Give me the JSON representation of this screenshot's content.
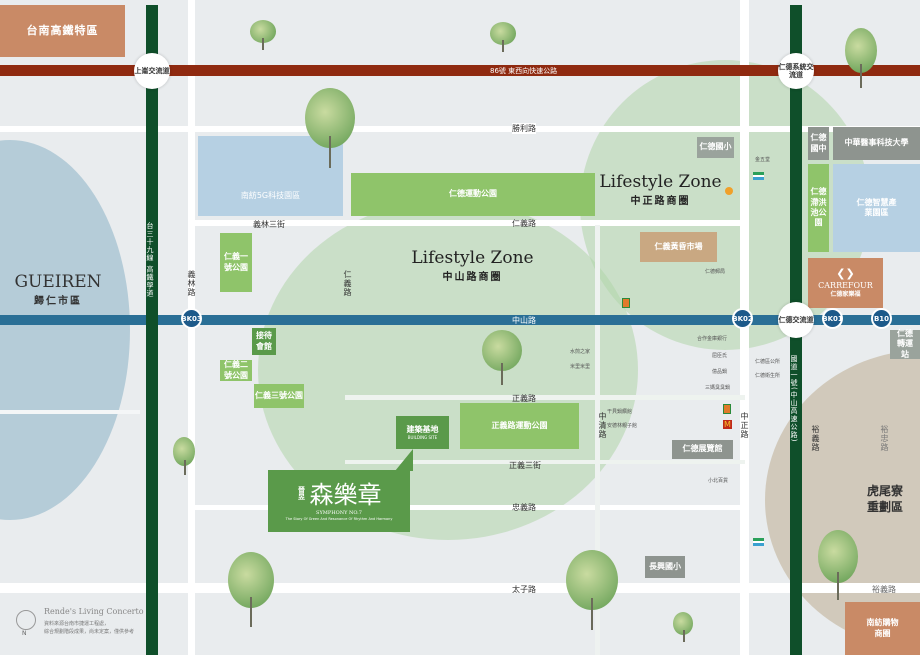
{
  "roads": {
    "expressway_86": "86號 東西向快速公路",
    "provincial_39": "台三十九線 高鐵學道",
    "freeway_1": "國道一號(中山高速公路)",
    "shengli": "勝利路",
    "renyi": "仁義路",
    "yilin3": "義林三街",
    "yilin": "義林路",
    "renyi_v": "仁義路",
    "zhongshan": "中山路",
    "zhengyi": "正義路",
    "zhengyi3": "正義三街",
    "zhongyi": "忠義路",
    "taizi": "太子路",
    "zhongqing": "中清路",
    "zhongzheng": "中正路",
    "yuyi": "裕義路",
    "yushi": "裕忠路",
    "yuyi_h": "裕義路"
  },
  "interchanges": [
    "上崙交流道",
    "仁德系統交流道",
    "仁德交流道"
  ],
  "stations": [
    "BK03",
    "BK02",
    "BK01",
    "B10"
  ],
  "areas": {
    "hsr": "台南高鐵特區",
    "tech_park": "南紡5G科技園區",
    "sports_park": "仁德運動公園",
    "renyi_elem": "仁德國小",
    "market": "仁義黃昏市場",
    "junior_high": "仁德國中",
    "university": "中華醫事科技大學",
    "detention_park": "仁德滯洪池公園",
    "industrial_park": "仁德智慧產業園區",
    "carrefour_en": "CARREFOUR",
    "carrefour_zh": "仁德家樂福",
    "park1": "仁義一號公園",
    "reception": "接待會館",
    "park2": "仁義二號公園",
    "park3": "仁義三號公園",
    "site": "建築基地",
    "site_en": "BUILDING SITE",
    "zhengyi_park": "正義路運動公園",
    "exhibition": "仁德展覽館",
    "changxing_elem": "長興國小",
    "transfer": "仁德轉運站",
    "mall": "南紡購物商圈",
    "huweiliao": "虎尾寮重劃區",
    "gueiren_en": "GUEIREN",
    "gueiren_zh": "歸仁市區"
  },
  "zones": [
    {
      "en": "Lifestyle Zone",
      "zh": "中正路商圈"
    },
    {
      "en": "Lifestyle Zone",
      "zh": "中山路商圈"
    }
  ],
  "project": {
    "brand": "晉昱",
    "name": "森樂章",
    "en": "SYMPHONY NO.7",
    "tagline": "The Story Of Green And Resonance Of Rhythm And Harmony"
  },
  "pois": [
    "仁德郵局",
    "合作金庫銀行",
    "屈臣氏",
    "億品鍋",
    "三媽臭臭鍋",
    "小北百貨",
    "金五堂",
    "仁德區公所",
    "仁德衛生所",
    "水煎之家",
    "米里米里",
    "安德林親子館",
    "干貝鍋饌館"
  ],
  "legend": {
    "title": "Rende's Living Concerto",
    "note1": "資料來源台南市捷運工程處，",
    "note2": "綜合規劃階段成果，尚未定案，僅供參考",
    "north": "N"
  },
  "colors": {
    "expressway": "#8f2a10",
    "highway": "#0f4f2a",
    "metro": "#2a6f96",
    "park": "#8fc46a",
    "project": "#5a9a4a"
  }
}
